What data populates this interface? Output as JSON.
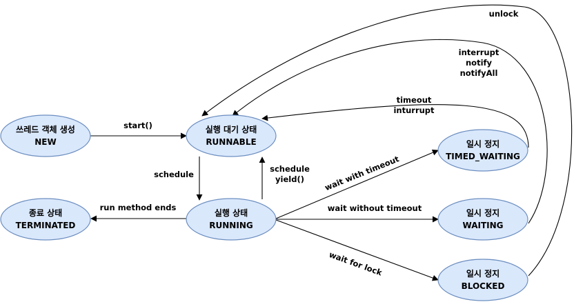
{
  "states": {
    "new": {
      "line1": "쓰레드 객체 생성",
      "line2": "NEW"
    },
    "runnable": {
      "line1": "실행 대기 상태",
      "line2": "RUNNABLE"
    },
    "running": {
      "line1": "실행 상태",
      "line2": "RUNNING"
    },
    "terminated": {
      "line1": "종료 상태",
      "line2": "TERMINATED"
    },
    "timed_waiting": {
      "line1": "일시 정지",
      "line2": "TIMED_WAITING"
    },
    "waiting": {
      "line1": "일시 정지",
      "line2": "WAITING"
    },
    "blocked": {
      "line1": "일시 정지",
      "line2": "BLOCKED"
    }
  },
  "edges": {
    "start": "start()",
    "schedule": "schedule",
    "schedule_yield": {
      "line1": "schedule",
      "line2": "yield()"
    },
    "run_method_ends": "run method ends",
    "wait_with_timeout": "wait with timeout",
    "wait_without_timeout": "wait without timeout",
    "wait_for_lock": "wait for lock",
    "timeout_interrupt": {
      "line1": "timeout",
      "line2": "inturrupt"
    },
    "interrupt_notify": {
      "line1": "interrupt",
      "line2": "notify",
      "line3": "notifyAll"
    },
    "unlock": "unlock"
  }
}
